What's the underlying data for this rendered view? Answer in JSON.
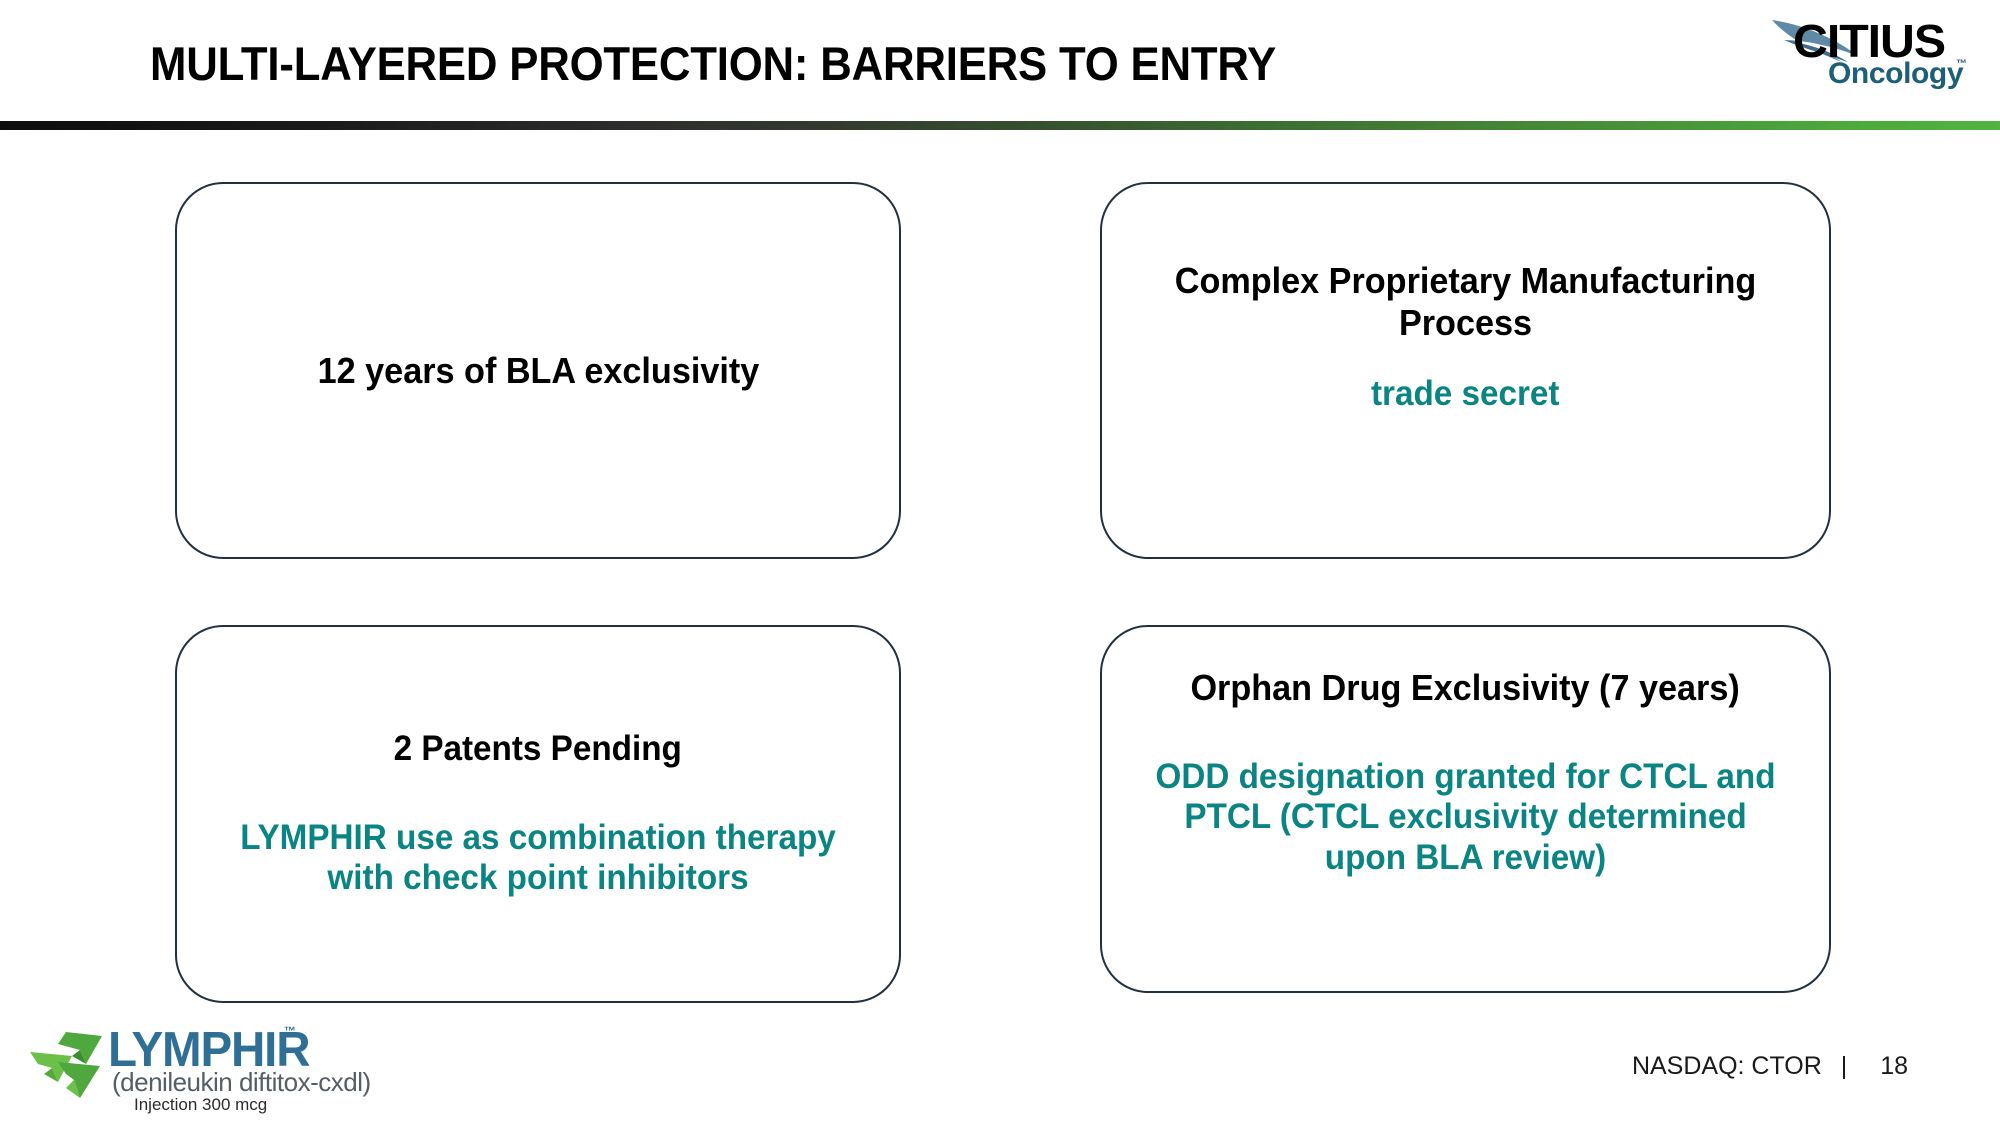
{
  "slide": {
    "title": "MULTI-LAYERED PROTECTION: BARRIERS TO ENTRY",
    "background_color": "#FFFFFF"
  },
  "brand_logo": {
    "primary_text": "CITIUS",
    "secondary_text": "Oncology",
    "trademark": "™",
    "primary_color": "#000000",
    "secondary_color": "#1D5F78",
    "swoosh_color": "#5E8AA6"
  },
  "divider": {
    "start_color": "#0D0D0D",
    "end_color": "#4CA83C"
  },
  "cards": [
    {
      "id": "bla-exclusivity",
      "heading": "12 years of BLA exclusivity",
      "body": "",
      "heading_color": "#000000",
      "body_color": "#0B8484",
      "border_color": "#22303F"
    },
    {
      "id": "manufacturing",
      "heading": "Complex Proprietary Manufacturing Process",
      "body": "trade secret",
      "heading_color": "#000000",
      "body_color": "#0B8484",
      "border_color": "#22303F"
    },
    {
      "id": "patents-pending",
      "heading": "2 Patents Pending",
      "body": "LYMPHIR use as combination therapy with check point inhibitors",
      "heading_color": "#000000",
      "body_color": "#0B8484",
      "border_color": "#22303F"
    },
    {
      "id": "orphan-drug",
      "heading": "Orphan Drug Exclusivity (7 years)",
      "body": "ODD designation granted for CTCL and PTCL (CTCL exclusivity determined upon BLA review)",
      "heading_color": "#000000",
      "body_color": "#0B8484",
      "border_color": "#22303F"
    }
  ],
  "product_logo": {
    "name": "LYMPHIR",
    "trademark": "™",
    "generic_name": "(denileukin diftitox-cxdl)",
    "dose": "Injection 300 mcg",
    "name_color": "#2F6F96",
    "mark_color": "#4CA83C"
  },
  "footer": {
    "ticker": "NASDAQ: CTOR",
    "separator": "|",
    "page_number": "18"
  }
}
